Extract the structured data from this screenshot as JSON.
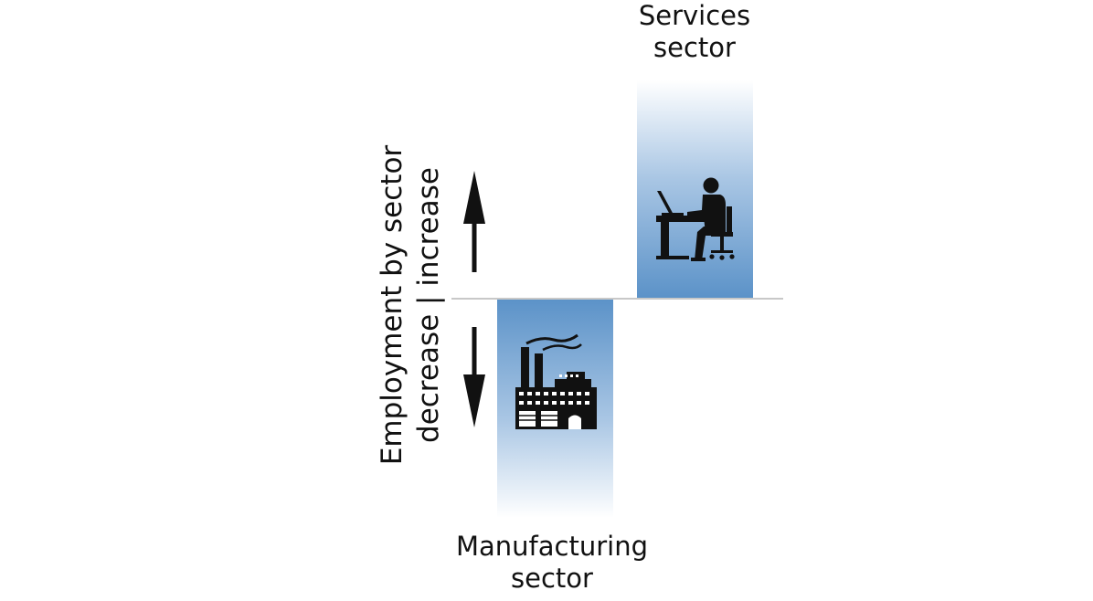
{
  "axis_label": {
    "line1": "Employment by sector",
    "line2": "decrease | increase"
  },
  "services": {
    "line1": "Services",
    "line2": "sector",
    "direction": "increase",
    "icon": "person-at-desk-icon"
  },
  "manufacturing": {
    "line1": "Manufacturing",
    "line2": "sector",
    "direction": "decrease",
    "icon": "factory-icon"
  },
  "colors": {
    "bar": "#5b92c8",
    "baseline": "#c8c8c8",
    "arrow": "#111111"
  }
}
